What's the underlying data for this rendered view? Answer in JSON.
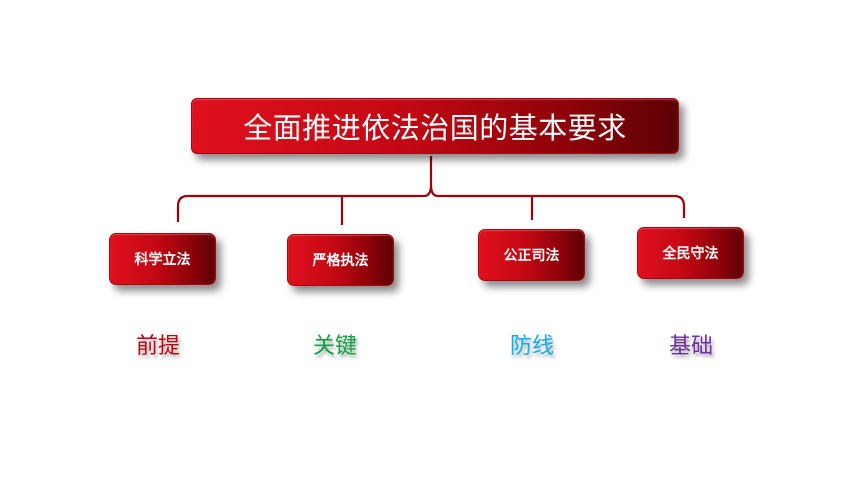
{
  "diagram": {
    "root": {
      "label": "全面推进依法治国的基本要求"
    },
    "children": [
      {
        "label": "科学立法",
        "role": "前提",
        "role_color": "#c00010"
      },
      {
        "label": "严格执法",
        "role": "关键",
        "role_color": "#12a146"
      },
      {
        "label": "公正司法",
        "role": "防线",
        "role_color": "#10aee8"
      },
      {
        "label": "全民守法",
        "role": "基础",
        "role_color": "#7030a0"
      }
    ],
    "colors": {
      "box_fill": "#c10813",
      "box_fill_dark": "#5c0004",
      "connector": "#a0000b",
      "box_text": "#ffffff"
    }
  }
}
